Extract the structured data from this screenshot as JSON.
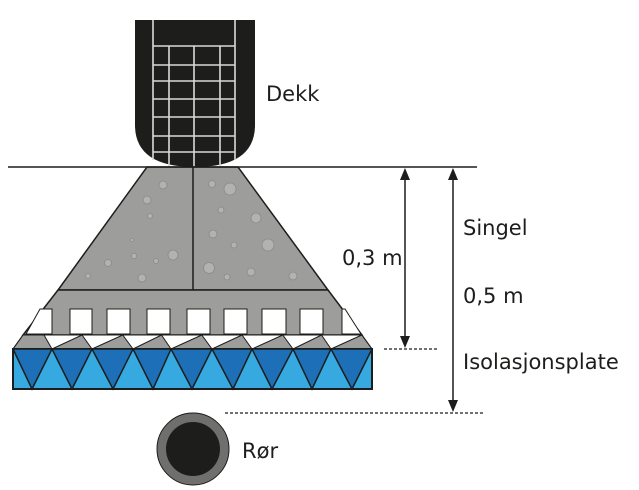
{
  "labels": {
    "tire": "Dekk",
    "gravel": "Singel",
    "depth_gravel": "0,3 m",
    "depth_total": "0,5 m",
    "insulation": "Isolasjonsplate",
    "pipe": "Rør"
  },
  "colors": {
    "ink": "#1d1d1b",
    "gravel": "#9d9d9c",
    "pebble": "#b2b2b2",
    "insulation_dark": "#1d70b7",
    "insulation_light": "#36a9e1",
    "pipe_outer": "#6f6f6e",
    "tire": "#1d1d1b",
    "tread": "#dadada"
  }
}
